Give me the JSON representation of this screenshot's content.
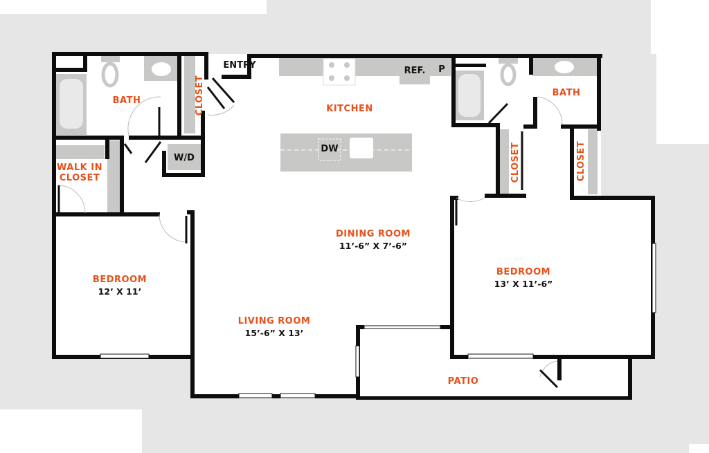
{
  "colors": {
    "room_label": "#e8501a",
    "wall": "#0d0d0d",
    "fixture": "#c8c8c6",
    "background": "#e6e6e6"
  },
  "rooms": {
    "bath_left": "BATH",
    "closet_entry": "CLOSET",
    "entry": "ENTRY",
    "kitchen": "KITCHEN",
    "dw": "DW",
    "wd": "W/D",
    "ref": "REF.",
    "pantry": "P",
    "walk_in_closet": [
      "WALK IN",
      "CLOSET"
    ],
    "bath_right": "BATH",
    "closet_right_1": "CLOSET",
    "closet_right_2": "CLOSET",
    "dining_room": {
      "name": "DINING ROOM",
      "size": "11’-6” X 7’-6”"
    },
    "bedroom_left": {
      "name": "BEDROOM",
      "size": "12’ X 11’"
    },
    "bedroom_right": {
      "name": "BEDROOM",
      "size": "13’ X 11’-6”"
    },
    "living_room": {
      "name": "LIVING ROOM",
      "size": "15’-6” X 13’"
    },
    "patio": "PATIO"
  }
}
